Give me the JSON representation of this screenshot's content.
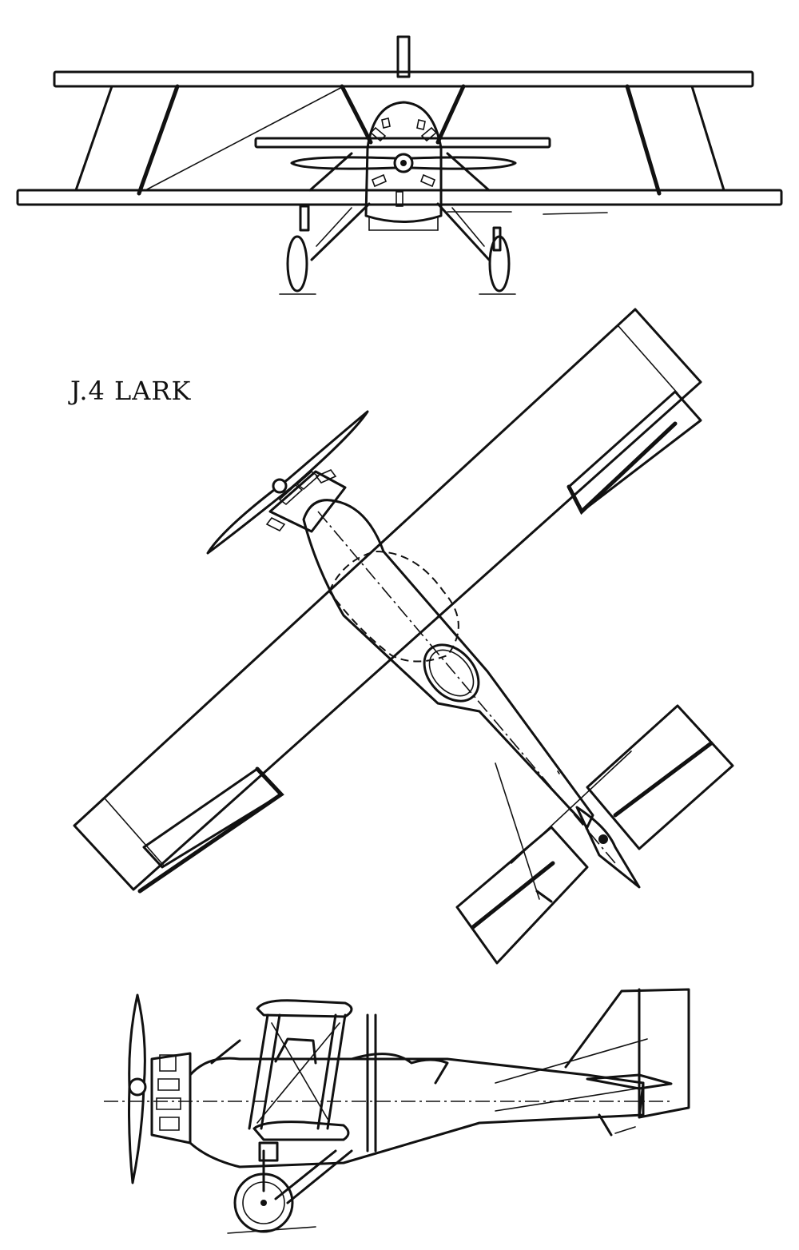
{
  "drawing": {
    "title": "J.4 LARK",
    "views": [
      "front",
      "plan",
      "side"
    ]
  },
  "colors": {
    "ink": "#111111",
    "paper": "#ffffff"
  }
}
